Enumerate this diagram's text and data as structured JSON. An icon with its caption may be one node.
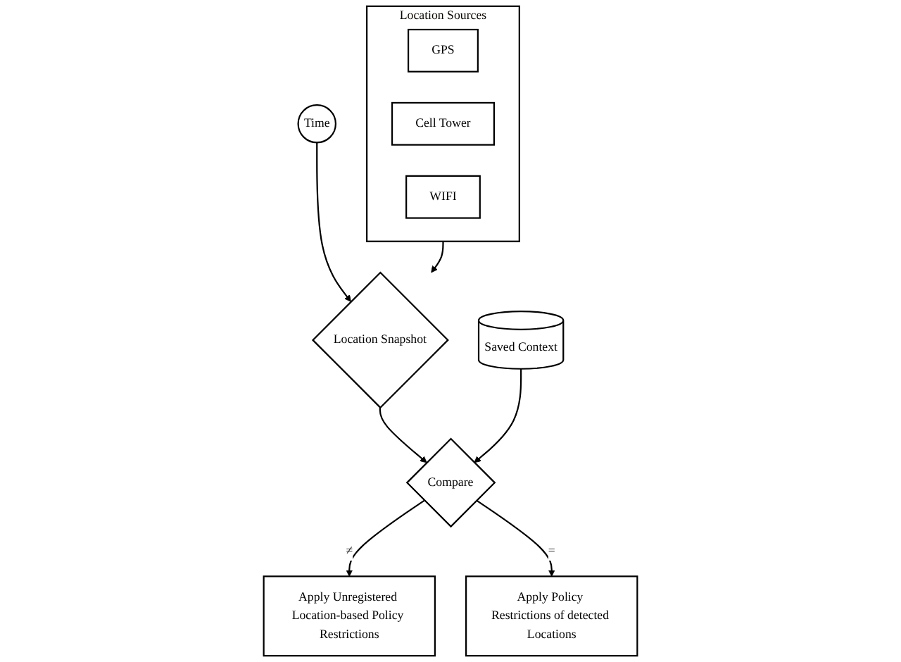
{
  "diagram": {
    "nodes": [
      {
        "text": [
          "Location Sources"
        ]
      },
      {
        "text": [
          "GPS"
        ],
        "in": 0
      },
      {
        "text": [
          "Cell Tower"
        ],
        "in": 0
      },
      {
        "text": [
          "WIFI"
        ],
        "in": 0
      },
      {
        "text": [
          "Time"
        ]
      },
      {
        "text": [
          "Location Snapshot"
        ]
      },
      {
        "text": [
          "Saved Context"
        ]
      },
      {
        "text": [
          "Apply Unregistered Location-based Policy Restrictions"
        ]
      },
      {
        "text": [
          "Compare"
        ]
      },
      {
        "text": [
          "Apply Policy Restrictions of detected Locations"
        ]
      }
    ],
    "edges": [
      {
        "from": 0,
        "to": 5,
        "arrow": "to"
      },
      {
        "from": 4,
        "to": 5,
        "arrow": "to"
      },
      {
        "from": 5,
        "to": 8,
        "arrow": "to"
      },
      {
        "from": 6,
        "to": 8,
        "arrow": "to"
      },
      {
        "from": 8,
        "to": 7,
        "arrow": "to",
        "label": "≠"
      },
      {
        "from": 8,
        "to": 9,
        "arrow": "to",
        "label": "="
      }
    ]
  }
}
